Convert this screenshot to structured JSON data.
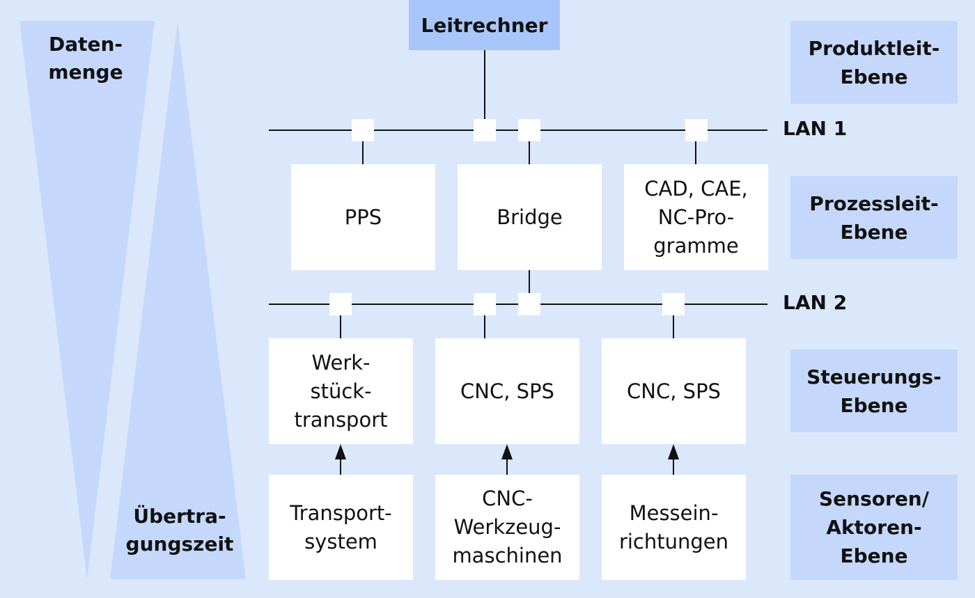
{
  "colors": {
    "background": "#dbe7fb",
    "triangle": "#c5d8fb",
    "level_box": "#c5d8fb",
    "top_node": "#a9c6fb",
    "node": "#ffffff",
    "line": "#111111"
  },
  "left_axis": {
    "data_volume": "Daten-\nmenge",
    "transfer_time": "Übertra-\ngungszeit"
  },
  "top_node": "Leitrechner",
  "lans": {
    "lan1": "LAN 1",
    "lan2": "LAN 2"
  },
  "levels": [
    "Produktleit-\nEbene",
    "Prozessleit-\nEbene",
    "Steuerungs-\nEbene",
    "Sensoren/\nAktoren-\nEbene"
  ],
  "process_nodes": [
    "PPS",
    "Bridge",
    "CAD, CAE,\nNC-Pro-\ngramme"
  ],
  "control_nodes": [
    "Werk-\nstück-\ntransport",
    "CNC, SPS",
    "CNC, SPS"
  ],
  "sensor_nodes": [
    "Transport-\nsystem",
    "CNC-\nWerkzeug-\nmaschinen",
    "Messein-\nrichtungen"
  ]
}
